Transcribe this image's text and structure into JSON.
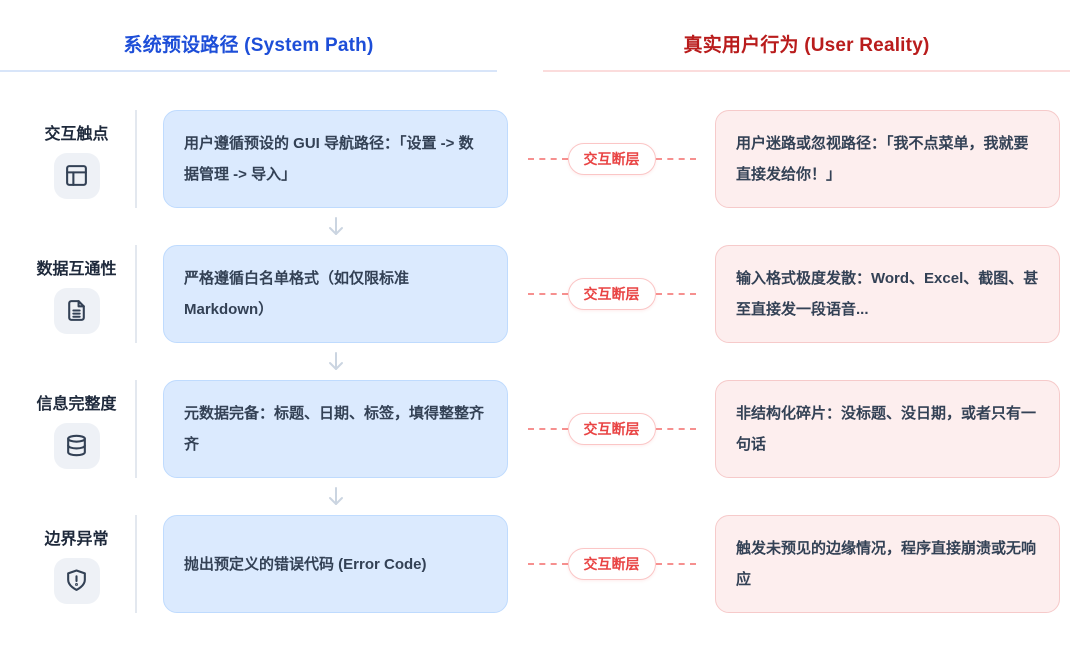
{
  "header": {
    "system_title": "系统预设路径 (System Path)",
    "reality_title": "真实用户行为 (User Reality)"
  },
  "connector": {
    "label": "交互断层"
  },
  "rows": [
    {
      "label": "交互触点",
      "icon": "layout-icon",
      "system": "用户遵循预设的 GUI 导航路径：「设置 -> 数据管理 -> 导入」",
      "reality": "用户迷路或忽视路径：「我不点菜单，我就要直接发给你！」"
    },
    {
      "label": "数据互通性",
      "icon": "file-text-icon",
      "system": "严格遵循白名单格式（如仅限标准 Markdown）",
      "reality": "输入格式极度发散：Word、Excel、截图、甚至直接发一段语音..."
    },
    {
      "label": "信息完整度",
      "icon": "database-icon",
      "system": "元数据完备：标题、日期、标签，填得整整齐齐",
      "reality": "非结构化碎片：没标题、没日期，或者只有一句话"
    },
    {
      "label": "边界异常",
      "icon": "shield-alert-icon",
      "system": "抛出预定义的错误代码 (Error Code)",
      "reality": "触发未预见的边缘情况，程序直接崩溃或无响应"
    }
  ],
  "colors": {
    "system_accent": "#1d4ed8",
    "reality_accent": "#b91c1c",
    "system_box_bg": "#dbeafe",
    "system_box_border": "#bfdbfe",
    "reality_box_bg": "#fdeeee",
    "reality_box_border": "#f6caca",
    "badge_text": "#e94444",
    "dash_line": "#f6908f",
    "icon_stroke": "#334155",
    "arrow_gray": "#cbd5e1"
  }
}
